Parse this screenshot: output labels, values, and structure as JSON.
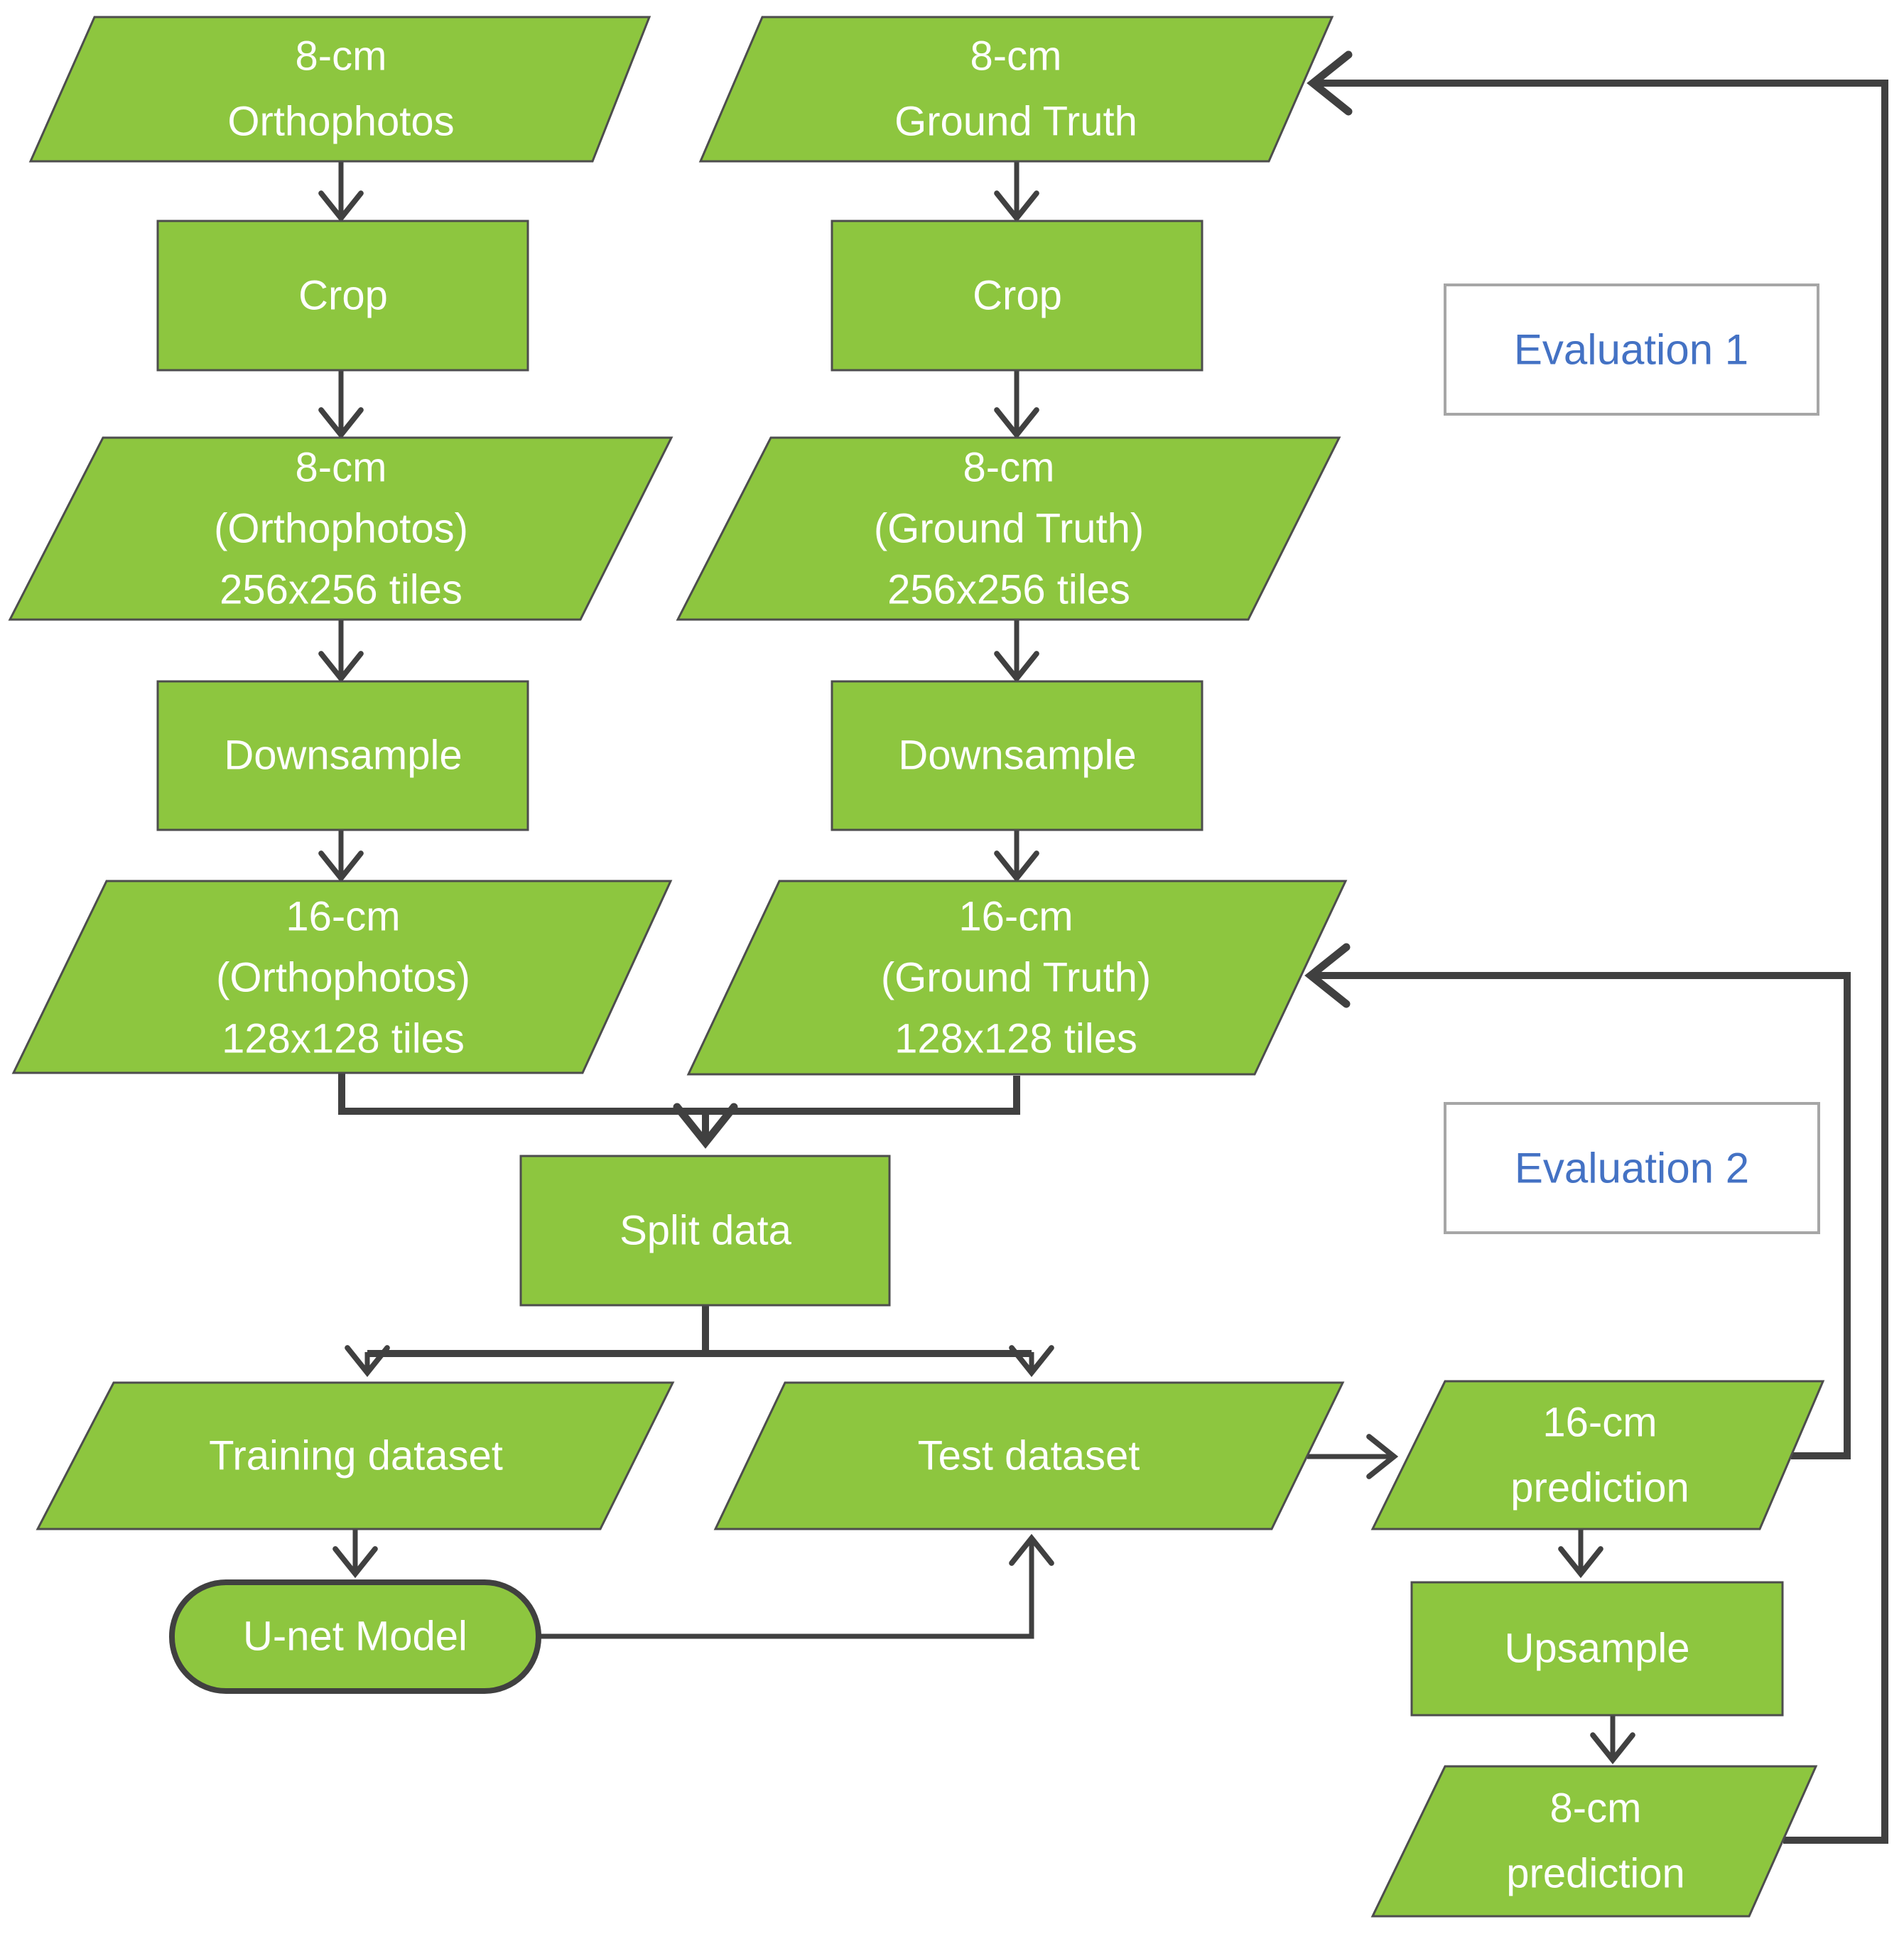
{
  "diagram": {
    "colors": {
      "node_fill": "#8DC63F",
      "node_stroke": "#4D4D4D",
      "line_color": "#404040",
      "text_color": "#FFFFFF",
      "eval_text": "#4472C4",
      "eval_border": "#A6A6A6",
      "bg": "#FFFFFF"
    },
    "nodes": {
      "orthophotos_8cm": {
        "shape": "parallelogram",
        "lines": [
          "8-cm",
          "Orthophotos"
        ]
      },
      "ground_truth_8cm": {
        "shape": "parallelogram",
        "lines": [
          "8-cm",
          "Ground Truth"
        ]
      },
      "crop_left": {
        "shape": "process",
        "label": "Crop"
      },
      "crop_right": {
        "shape": "process",
        "label": "Crop"
      },
      "orthophotos_tiles_256": {
        "shape": "parallelogram",
        "lines": [
          "8-cm",
          "(Orthophotos)",
          "256x256 tiles"
        ]
      },
      "ground_truth_tiles_256": {
        "shape": "parallelogram",
        "lines": [
          "8-cm",
          "(Ground Truth)",
          "256x256 tiles"
        ]
      },
      "downsample_left": {
        "shape": "process",
        "label": "Downsample"
      },
      "downsample_right": {
        "shape": "process",
        "label": "Downsample"
      },
      "orthophotos_tiles_128": {
        "shape": "parallelogram",
        "lines": [
          "16-cm",
          "(Orthophotos)",
          "128x128 tiles"
        ]
      },
      "ground_truth_tiles_128": {
        "shape": "parallelogram",
        "lines": [
          "16-cm",
          "(Ground Truth)",
          "128x128 tiles"
        ]
      },
      "split_data": {
        "shape": "process",
        "label": "Split data"
      },
      "training_dataset": {
        "shape": "parallelogram",
        "label": "Training dataset"
      },
      "test_dataset": {
        "shape": "parallelogram",
        "label": "Test dataset"
      },
      "unet_model": {
        "shape": "terminator",
        "label": "U-net Model"
      },
      "prediction_16cm": {
        "shape": "parallelogram",
        "lines": [
          "16-cm",
          "prediction"
        ]
      },
      "upsample": {
        "shape": "process",
        "label": "Upsample"
      },
      "prediction_8cm": {
        "shape": "parallelogram",
        "lines": [
          "8-cm",
          "prediction"
        ]
      }
    },
    "annotations": {
      "evaluation_1": {
        "label": "Evaluation 1"
      },
      "evaluation_2": {
        "label": "Evaluation 2"
      }
    }
  }
}
